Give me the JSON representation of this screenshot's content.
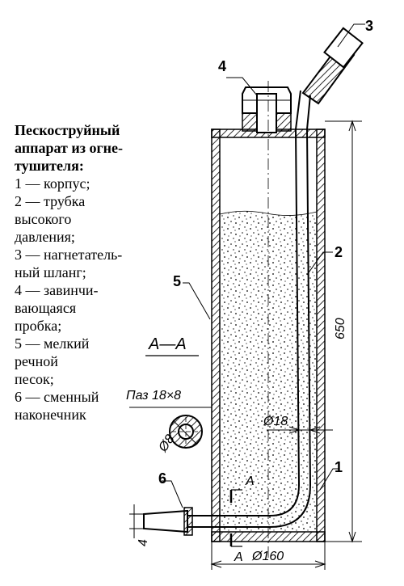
{
  "caption": {
    "title": "Пескоструйный аппарат из огнетушителя:",
    "title_lines": [
      "Пескоструйный",
      "аппарат из огне-",
      "тушителя:"
    ],
    "items": [
      {
        "lines": [
          "1 — корпус;"
        ]
      },
      {
        "lines": [
          "2 — трубка",
          "высокого",
          "давления;"
        ]
      },
      {
        "lines": [
          "3 — нагнетатель-",
          "ный шланг;"
        ]
      },
      {
        "lines": [
          "4 — завинчи-",
          "вающаяся",
          "пробка;"
        ]
      },
      {
        "lines": [
          "5 — мелкий",
          "речной",
          "песок;"
        ]
      },
      {
        "lines": [
          "6 — сменный",
          "наконечник"
        ]
      }
    ]
  },
  "labels": {
    "n1": "1",
    "n2": "2",
    "n3": "3",
    "n4": "4",
    "n5": "5",
    "n6": "6"
  },
  "dimensions": {
    "height": "650",
    "diameter_body": "Ø160",
    "diameter_tube": "Ø18",
    "slot": "Паз 18×8",
    "small_diam": "Ø8",
    "nozzle": "4"
  },
  "section": {
    "title": "А—А",
    "mark": "А"
  }
}
